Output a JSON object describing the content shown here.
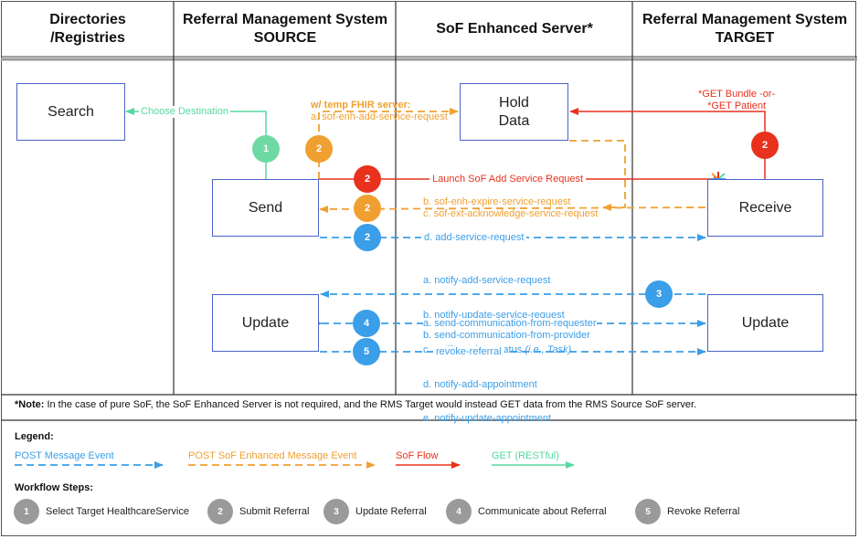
{
  "headers": {
    "directories": "Directories\n/Registries",
    "rms_source": "Referral Management System\nSOURCE",
    "sof_server": "SoF Enhanced Server*",
    "rms_target": "Referral Management System\nTARGET"
  },
  "boxes": {
    "search": "Search",
    "hold_data": "Hold\nData",
    "send": "Send",
    "receive": "Receive",
    "update_source": "Update",
    "update_target": "Update"
  },
  "labels": {
    "choose_destination": "Choose Destination",
    "temp_fhir_title": "w/ temp FHIR server:",
    "temp_fhir_request": "a. sof-enh-add-service-request",
    "get_bundle": "*GET Bundle -or-\n*GET Patient",
    "launch_sof": "Launch SoF Add Service Request",
    "expire_ack": "b. sof-enh-expire-service-request\nc. sof-ext-acknowledge-service-request",
    "add_service_request": "d. add-service-request",
    "notify_lines": [
      "a. notify-add-service-request",
      "b. notify-update-service-request",
      "c. notify-update-status ",
      "d. notify-add-appointment",
      "e. notify-update-appointment"
    ],
    "notify_status_italic": "(i.e., Task)",
    "communication": "a. send-communication-from-requester\nb. send-communication-from-provider",
    "revoke": "revoke-referral"
  },
  "circles": {
    "green_1": "1",
    "orange_2_top": "2",
    "red_2_launch": "2",
    "red_2_target": "2",
    "orange_2_expire": "2",
    "blue_2_add": "2",
    "blue_3": "3",
    "blue_4": "4",
    "blue_5": "5"
  },
  "note": {
    "prefix": "*Note:",
    "text": " In the case of pure SoF, the SoF Enhanced Server is not required, and the RMS Target would instead GET data from the RMS Source SoF server."
  },
  "legend": {
    "title": "Legend:",
    "items": [
      {
        "label": "POST Message Event",
        "color": "#3a9ee8"
      },
      {
        "label": "POST SoF Enhanced Message Event",
        "color": "#f0a030"
      },
      {
        "label": "SoF Flow",
        "color": "#e8321e"
      },
      {
        "label": "GET (RESTful)",
        "color": "#55d9a0"
      }
    ]
  },
  "workflow": {
    "title": "Workflow Steps:",
    "steps": [
      {
        "num": "1",
        "label": "Select Target HealthcareService"
      },
      {
        "num": "2",
        "label": "Submit Referral"
      },
      {
        "num": "3",
        "label": "Update Referral"
      },
      {
        "num": "4",
        "label": "Communicate about Referral"
      },
      {
        "num": "5",
        "label": "Revoke Referral"
      }
    ]
  },
  "colors": {
    "post_message": "#3a9ee8",
    "sof_enhanced": "#f0a030",
    "sof_flow": "#e8321e",
    "get_restful": "#55d9a0",
    "box_border": "#4a63c8"
  }
}
